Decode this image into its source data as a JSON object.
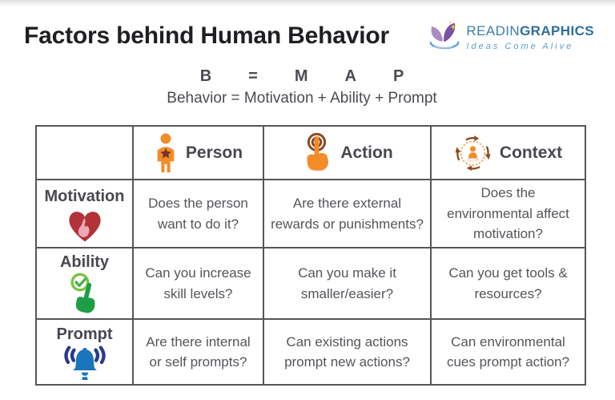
{
  "header": {
    "title": "Factors behind Human Behavior"
  },
  "logo": {
    "brand_regular": "READIN",
    "brand_bold": "GRAPHICS",
    "tagline": "Ideas Come Alive",
    "icon": "butterfly-book-logo-icon"
  },
  "formula": {
    "letters": [
      "B",
      "=",
      "M",
      "A",
      "P"
    ],
    "expansion": "Behavior = Motivation + Ability + Prompt"
  },
  "table": {
    "columns": [
      {
        "label": "Person",
        "icon": "person-icon"
      },
      {
        "label": "Action",
        "icon": "tap-action-icon"
      },
      {
        "label": "Context",
        "icon": "context-cycle-icon"
      }
    ],
    "rows": [
      {
        "label": "Motivation",
        "icon": "heart-flame-icon",
        "cells": [
          "Does the person want to do it?",
          "Are there external rewards or punishments?",
          "Does the environmental affect motivation?"
        ]
      },
      {
        "label": "Ability",
        "icon": "hand-check-icon",
        "cells": [
          "Can you increase skill levels?",
          "Can you make it smaller/easier?",
          "Can you get tools & resources?"
        ]
      },
      {
        "label": "Prompt",
        "icon": "bell-alert-icon",
        "cells": [
          "Are there internal or self prompts?",
          "Can existing actions prompt new actions?",
          "Can environmental cues prompt action?"
        ]
      }
    ]
  },
  "colors": {
    "accent_orange": "#F28C28",
    "ring_brown": "#8C4B21",
    "heart_red": "#B13239",
    "flame_pink": "#ECA9B3",
    "hand_green": "#1E9E46",
    "check_ring_green": "#7DC242",
    "bell_blue": "#1B75BC",
    "wave_navy": "#2B3990",
    "table_border": "#56565A",
    "body_text_gray": "#54555B",
    "title_black": "#1F1F23",
    "logo_blue": "#3D7EA8",
    "logo_purple": "#7B52A1"
  }
}
